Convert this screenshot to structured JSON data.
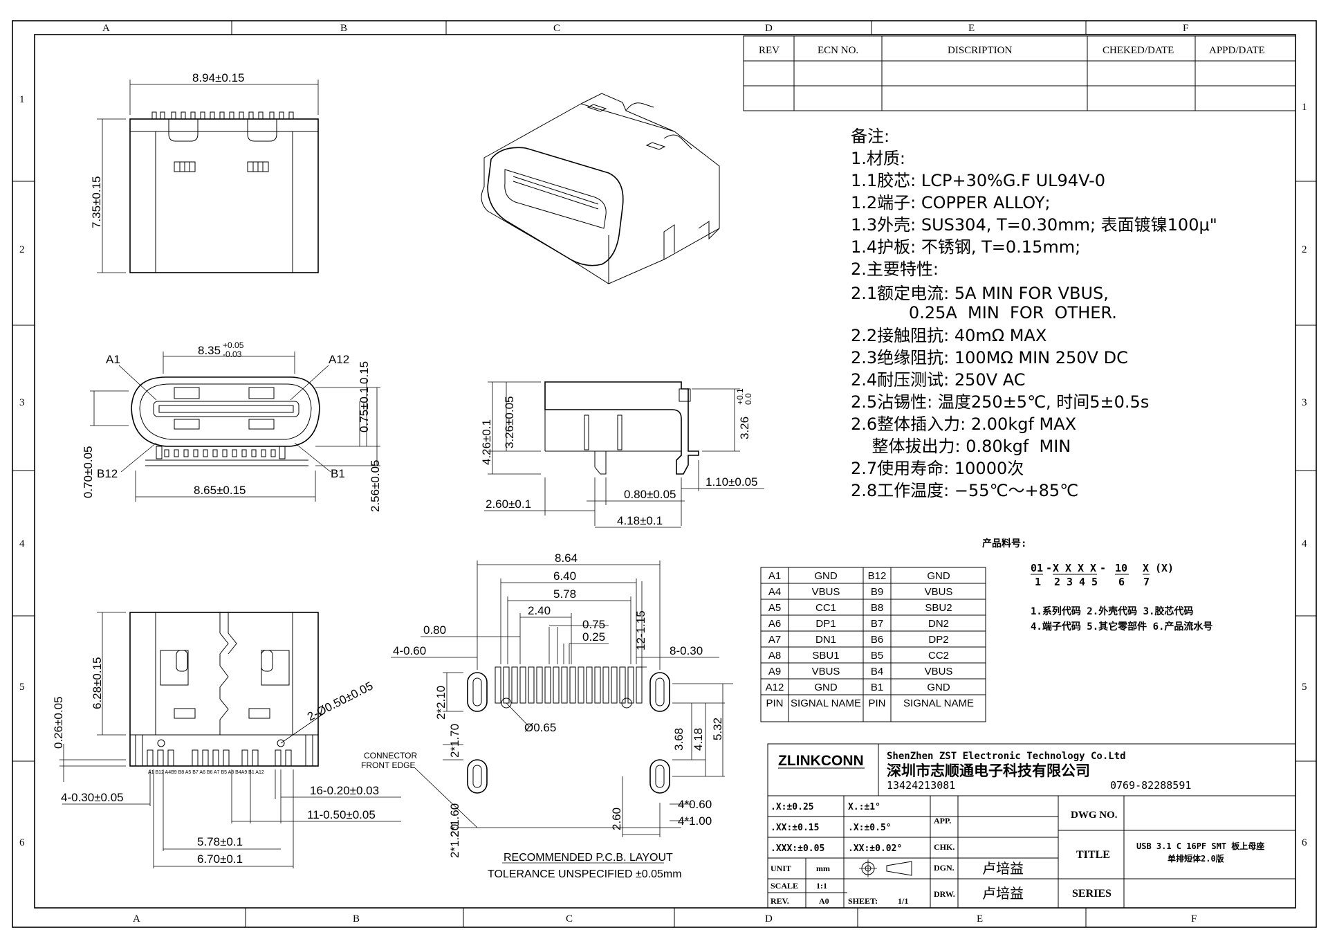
{
  "frame": {
    "cols_top": [
      "A",
      "B",
      "C",
      "D",
      "E",
      "F"
    ],
    "cols_bottom": [
      "A",
      "B",
      "C",
      "D",
      "E",
      "F"
    ],
    "rows": [
      "1",
      "2",
      "3",
      "4",
      "5",
      "6"
    ]
  },
  "revision_table": {
    "headers": [
      "REV",
      "ECN NO.",
      "DISCRIPTION",
      "CHEKED/DATE",
      "APPD/DATE"
    ]
  },
  "dims": {
    "top_width": "8.94±0.15",
    "top_height": "7.35±0.15",
    "front_top_main": "8.35",
    "front_top_sup": "+0.05",
    "front_top_sub": "-0.03",
    "front_a1": "A1",
    "front_a12": "A12",
    "front_b12": "B12",
    "front_b1": "B1",
    "front_bottom": "8.65±0.15",
    "front_left_h": "0.70±0.05",
    "front_r1": "0.15",
    "front_r2": "0.75±0.1",
    "front_r3": "2.56±0.05",
    "side_h1": "4.26±0.1",
    "side_h2": "3.26±0.05",
    "side_r": "3.26",
    "side_r_sup": "+0.1",
    "side_r_sub": "0.0",
    "side_w1": "2.60±0.1",
    "side_w2": "0.80±0.05",
    "side_w3": "1.10±0.05",
    "side_w4": "4.18±0.1",
    "bot_h1": "6.28±0.15",
    "bot_h2": "0.26±0.05",
    "bot_hole": "2-Ø0.50±0.05",
    "bot_pins_small": "A1 B12 A4B9 B8 A5 B7 A6 B6 A7 B5 A8 B4A9 B1 A12",
    "bot_w1": "4-0.30±0.05",
    "bot_w2": "16-0.20±0.03",
    "bot_w3": "11-0.50±0.05",
    "bot_w4": "5.78±0.1",
    "bot_w5": "6.70±0.1",
    "pcb_864": "8.64",
    "pcb_640": "6.40",
    "pcb_578": "5.78",
    "pcb_240": "2.40",
    "pcb_075": "0.75",
    "pcb_025": "0.25",
    "pcb_080": "0.80",
    "pcb_460": "4-0.60",
    "pcb_830": "8-0.30",
    "pcb_1215": "12-1.15",
    "pcb_2210": "2*2.10",
    "pcb_065": "Ø0.65",
    "pcb_2170": "2*1.70",
    "pcb_368": "3.68",
    "pcb_418": "4.18",
    "pcb_532": "5.32",
    "pcb_2160": "2*1.60",
    "pcb_2120": "2*1.20",
    "pcb_260": "2.60",
    "pcb_4060": "4*0.60",
    "pcb_4100": "4*1.00",
    "connector_edge": [
      "CONNECTOR",
      "FRONT EDGE"
    ],
    "pcb_title": "RECOMMENDED  P.C.B. LAYOUT",
    "pcb_tol": "TOLERANCE  UNSPECIFIED  ±0.05mm"
  },
  "notes": [
    "备注:",
    "1.材质:",
    "1.1胶芯: LCP+30%G.F  UL94V-0",
    "1.2端子: COPPER  ALLOY;",
    "1.3外壳: SUS304, T=0.30mm; 表面镀镍100μ\"",
    "1.4护板: 不锈钢, T=0.15mm;",
    "2.主要特性:",
    "2.1额定电流: 5A  MIN  FOR  VBUS,",
    "           0.25A  MIN  FOR  OTHER.",
    "2.2接触阻抗: 40mΩ  MAX",
    "2.3绝缘阻抗: 100MΩ  MIN  250V  DC",
    "2.4耐压测试: 250V  AC",
    "2.5沾锡性: 温度250±5℃, 时间5±0.5s",
    "2.6整体插入力: 2.00kgf  MAX",
    "    整体拔出力: 0.80kgf  MIN",
    "2.7使用寿命: 10000次",
    "2.8工作温度: −55℃～+85℃"
  ],
  "part_number": {
    "label": "产品料号:",
    "code_top": [
      "01",
      "-",
      "X",
      "X",
      "X",
      "X",
      "-",
      "10",
      "X",
      "(X)"
    ],
    "code_bottom": [
      "1",
      "",
      "2",
      "3",
      "4",
      "5",
      "",
      "6",
      "7",
      ""
    ],
    "legend_1": "1.系列代码   2.外壳代码   3.胶芯代码",
    "legend_2": "4.端子代码   5.其它零部件  6.产品流水号"
  },
  "pin_table": {
    "rows": [
      [
        "A1",
        "GND",
        "B12",
        "GND"
      ],
      [
        "A4",
        "VBUS",
        "B9",
        "VBUS"
      ],
      [
        "A5",
        "CC1",
        "B8",
        "SBU2"
      ],
      [
        "A6",
        "DP1",
        "B7",
        "DN2"
      ],
      [
        "A7",
        "DN1",
        "B6",
        "DP2"
      ],
      [
        "A8",
        "SBU1",
        "B5",
        "CC2"
      ],
      [
        "A9",
        "VBUS",
        "B4",
        "VBUS"
      ],
      [
        "A12",
        "GND",
        "B1",
        "GND"
      ],
      [
        "PIN",
        "SIGNAL NAME",
        "PIN",
        "SIGNAL NAME"
      ]
    ]
  },
  "title_block": {
    "logo": "ZLINKCONN",
    "company_en": "ShenZhen ZST Electronic Technology Co.Ltd",
    "company_cn": "深圳市志顺通电子科技有限公司",
    "phone": "13424213081",
    "tel": "0769-82288591",
    "tol_x": ".X:±0.25",
    "tol_ang_x": "X.:±1°",
    "tol_xx": ".XX:±0.15",
    "tol_ang_xx": ".X:±0.5°",
    "tol_xxx": ".XXX:±0.05",
    "tol_ang_xxx": ".XX:±0.02°",
    "unit_label": "UNIT",
    "unit_value": "mm",
    "scale_label": "SCALE",
    "scale_value": "1:1",
    "rev_label": "REV.",
    "rev_value": "A0",
    "sheet_label": "SHEET:",
    "sheet_value": "1/1",
    "app_label": "APP.",
    "chk_label": "CHK.",
    "dgn_label": "DGN.",
    "dgn_value": "卢培益",
    "drw_label": "DRW.",
    "drw_value": "卢培益",
    "dwg_no_label": "DWG NO.",
    "title_label": "TITLE",
    "title_line1": "USB 3.1 C 16PF SMT 板上母座",
    "title_line2": "单排短体2.0版",
    "series_label": "SERIES"
  }
}
